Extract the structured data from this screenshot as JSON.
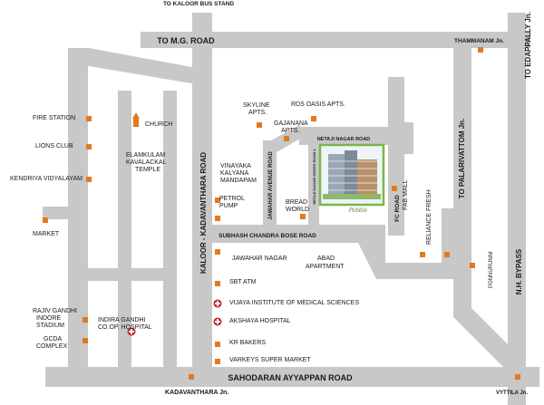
{
  "roads": {
    "kaloor_bus_stand": "TO KALOOR BUS STAND",
    "mg_road": "TO M.G. ROAD",
    "edappally": "TO EDAPPALLY Jn.",
    "palarivattom": "TO PALARIVATTOM Jn.",
    "nh_bypass": "N.H. BYPASS",
    "kaloor_kadavanthara": "KALOOR - KADAVANTHARA ROAD",
    "jawahar_avenue": "JAWAHAR AVENUE ROAD",
    "netaji_cross": "NETAJI NAGAR CROSS ROAD 1",
    "netaji_nagar": "NETAJI NAGAR ROAD",
    "subhash": "SUBHASH CHANDRA BOSE ROAD",
    "fc_road": "FC ROAD",
    "sahodaran": "SAHODARAN AYYAPPAN ROAD"
  },
  "junctions": {
    "thammanam": "THAMMANAM Jn.",
    "kadavanthara": "KADAVANTHARA Jn.",
    "vyttila": "VYTTILA Jn."
  },
  "landmarks": {
    "fire_station": "FIRE STATION",
    "church": "CHURCH",
    "lions_club": "LIONS CLUB",
    "kendriya": "KENDRIYA VIDYALAYAM",
    "market": "MARKET",
    "elamkulam_1": "ELAMKULAM",
    "elamkulam_2": "KAVALACKAL",
    "elamkulam_3": "TEMPLE",
    "skyline_1": "SKYLINE",
    "skyline_2": "APTS.",
    "rds": "RDS OASIS APTS.",
    "gajanana_1": "GAJANANA",
    "gajanana_2": "APTS.",
    "vinayaka_1": "VINAYAKA",
    "vinayaka_2": "KALYANA",
    "vinayaka_3": "MANDAPAM",
    "petrol_1": "PETROL",
    "petrol_2": "PUMP",
    "bread_1": "BREAD",
    "bread_2": "WORLD",
    "fab_mall": "FAB MALL",
    "reliance": "RELIANCE FRESH",
    "ponnurunni": "PONNURUNNI",
    "jawahar_nagar": "JAWAHAR NAGAR",
    "abad_1": "ABAD",
    "abad_2": "APARTMENT",
    "sbt": "SBT ATM",
    "vijaya": "VIJAYA INSTITUTE OF MEDICAL SCIENCES",
    "akshaya": "AKSHAYA HOSPITAL",
    "kr_bakers": "KR BAKERS",
    "varkeys": "VARKEYS SUPER MARKET",
    "rajiv_1": "RAJIV GANDHI",
    "rajiv_2": "INDORE",
    "rajiv_3": "STADIUM",
    "gcda_1": "GCDA",
    "gcda_2": "COMPLEX",
    "indira_1": "INDIRA GANDHI",
    "indira_2": "CO.OP. HOSPITAL"
  },
  "project": {
    "signature": "Pebble"
  },
  "colors": {
    "road": "#c8c8c8",
    "marker": "#e07a1f",
    "hospital": "#c0282d",
    "project_border": "#7ab648"
  }
}
